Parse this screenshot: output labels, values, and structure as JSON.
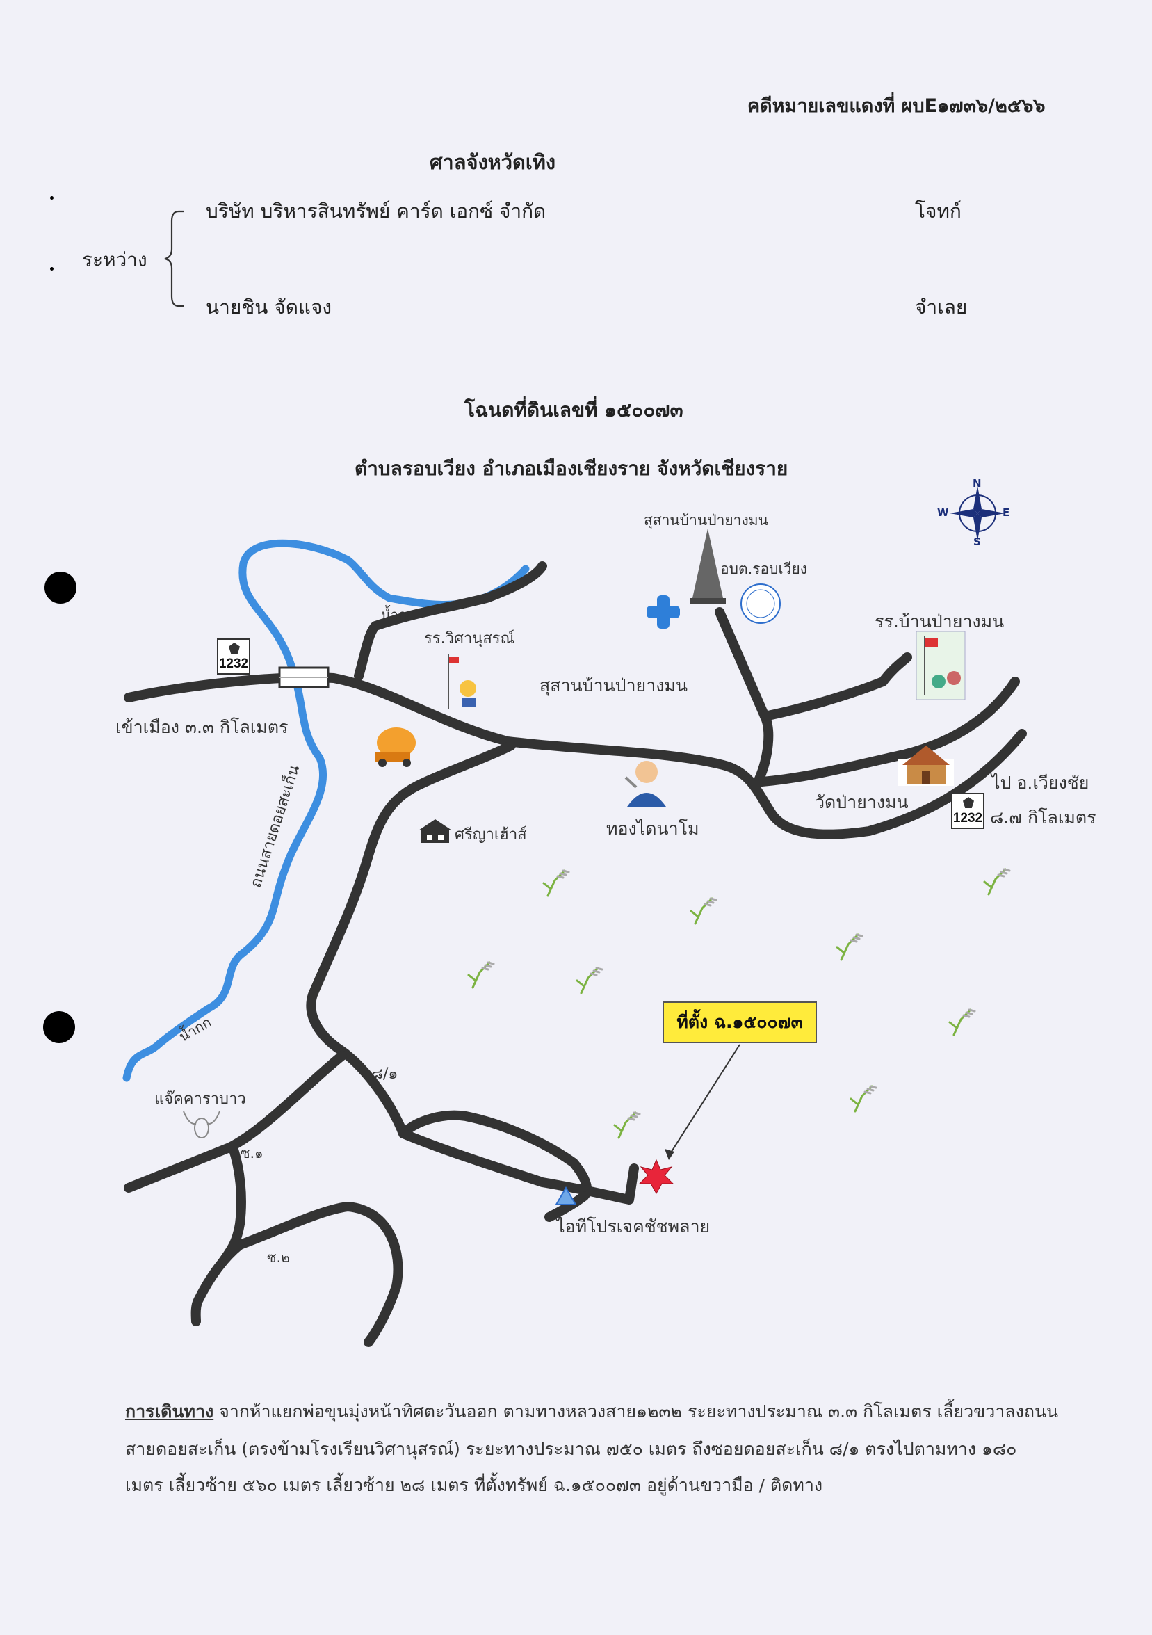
{
  "header": {
    "case_number": "คดีหมายเลขแดงที่ ผบE๑๗๓๖/๒๕๖๖",
    "court": "ศาลจังหวัดเทิง",
    "between_label": "ระหว่าง",
    "plaintiff": {
      "name": "บริษัท บริหารสินทรัพย์ คาร์ด เอกซ์ จำกัด",
      "role": "โจทก์"
    },
    "defendant": {
      "name": "นายชิน จัดแจง",
      "role": "จำเลย"
    }
  },
  "title": {
    "land_deed": "โฉนดที่ดินเลขที่ ๑๕๐๐๗๓",
    "location": "ตำบลรอบเวียง อำเภอเมืองเชียงราย จังหวัดเชียงราย"
  },
  "map": {
    "compass": {
      "n": "N",
      "s": "S",
      "e": "E",
      "w": "W"
    },
    "labels": {
      "cemetery_top": "สุสานบ้านป่ายางมน",
      "sao": "อบต.รอบเวียง",
      "school_payangmon": "รร.บ้านป่ายางมน",
      "river_kok_top": "น้ำกก",
      "school_wisanusorn": "รร.วิศานุสรณ์",
      "cemetery_mid": "สุสานบ้านป่ายางมน",
      "to_city": "เข้าเมือง ๓.๓ กิโลเมตร",
      "highway_left": "1232",
      "highway_right": "1232",
      "to_chiang_khong": "ไป อ.เวียงชัย",
      "distance_right": "๘.๗ กิโลเมตร",
      "temple": "วัดป่ายางมน",
      "dynamo_shop": "ทองไดนาโม",
      "resort": "ศรีญาเฮ้าส์",
      "road_doi_sakoen": "ถนนสายดอยสะเก็น",
      "river_kok_bottom": "น้ำกก",
      "site": "ที่ตั้ง ฉ.๑๕๐๐๗๓",
      "soi_8_1": "๘/๑",
      "junction": "แจ๊คคาราบาว",
      "soi_1": "ซ.๑",
      "soi_2": "ซ.๒",
      "project": "ไอทีโปรเจคชัชพลาย"
    },
    "colors": {
      "road": "#333333",
      "river": "#3d8ee0",
      "site_box": "#ffeb3b",
      "site_marker": "#e8253a",
      "clinic": "#2e7fd9"
    }
  },
  "directions": {
    "label": "การเดินทาง",
    "line1": "จากห้าแยกพ่อขุนมุ่งหน้าทิศตะวันออก ตามทางหลวงสาย๑๒๓๒ ระยะทางประมาณ ๓.๓ กิโลเมตร เลี้ยวขวาลงถนน",
    "line2": "สายดอยสะเก็น (ตรงข้ามโรงเรียนวิศานุสรณ์) ระยะทางประมาณ ๗๕๐ เมตร ถึงซอยดอยสะเก็น ๘/๑ ตรงไปตามทาง ๑๘๐",
    "line3": "เมตร เลี้ยวซ้าย ๕๖๐ เมตร เลี้ยวซ้าย ๒๘ เมตร ที่ตั้งทรัพย์ ฉ.๑๕๐๐๗๓ อยู่ด้านขวามือ / ติดทาง"
  }
}
